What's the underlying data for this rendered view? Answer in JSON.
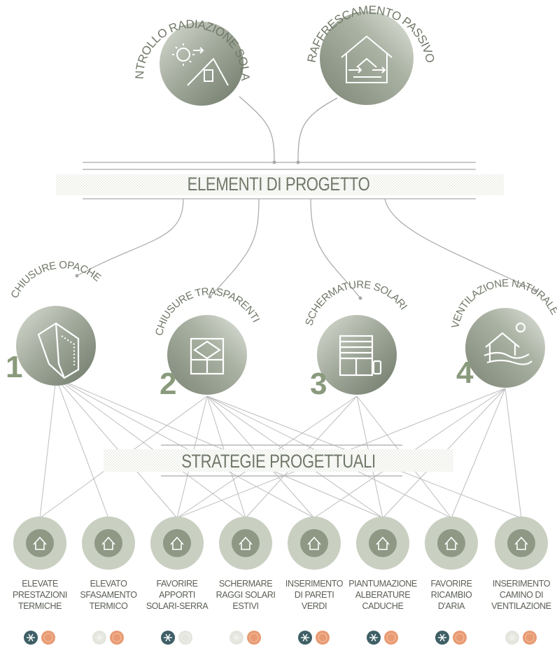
{
  "top_bubbles": [
    {
      "label": "CONTROLLO RADIAZIONE SOLARE",
      "icon": "sun-house-icon"
    },
    {
      "label": "RAFFRESCAMENTO PASSIVO",
      "icon": "passive-cooling-house-icon"
    }
  ],
  "banner_top": "ELEMENTI DI PROGETTO",
  "elements": [
    {
      "number": "1",
      "label": "CHIUSURE OPACHE",
      "icon": "opaque-wall-icon"
    },
    {
      "number": "2",
      "label": "CHIUSURE TRASPARENTI",
      "icon": "window-icon"
    },
    {
      "number": "3",
      "label": "SCHERMATURE SOLARI",
      "icon": "shutter-icon"
    },
    {
      "number": "4",
      "label": "VENTILAZIONE NATURALE",
      "icon": "ventilation-icon"
    }
  ],
  "banner_bottom": "STRATEGIE PROGETTUALI",
  "strategies": [
    {
      "lines": [
        "ELEVATE",
        "PRESTAZIONI",
        "TERMICHE"
      ],
      "icon": "house-insulation-icon",
      "winter": true,
      "summer": true
    },
    {
      "lines": [
        "ELEVATO",
        "SFASAMENTO",
        "TERMICO"
      ],
      "icon": "house-heat-waves-icon",
      "winter": false,
      "summer": true
    },
    {
      "lines": [
        "FAVORIRE",
        "APPORTI",
        "SOLARI-SERRA"
      ],
      "icon": "snowflake-window-icon",
      "winter": true,
      "summer": false
    },
    {
      "lines": [
        "SCHERMARE",
        "RAGGI SOLARI",
        "ESTIVI"
      ],
      "icon": "sun-shade-house-icon",
      "winter": false,
      "summer": true
    },
    {
      "lines": [
        "INSERIMENTO",
        "DI PARETI",
        "VERDI"
      ],
      "icon": "green-wall-icon",
      "winter": true,
      "summer": true
    },
    {
      "lines": [
        "PIANTUMAZIONE",
        "ALBERATURE",
        "CADUCHE"
      ],
      "icon": "deciduous-tree-icon",
      "winter": true,
      "summer": true
    },
    {
      "lines": [
        "FAVORIRE",
        "RICAMBIO",
        "D'ARIA"
      ],
      "icon": "air-exchange-icon",
      "winter": true,
      "summer": true
    },
    {
      "lines": [
        "INSERIMENTO",
        "CAMINO DI",
        "VENTILAZIONE"
      ],
      "icon": "ventilation-chimney-icon",
      "winter": false,
      "summer": true
    }
  ],
  "colors": {
    "line": "#a9a9a9",
    "olive_text": "#707868",
    "circle_bg": "#c9cfc1",
    "icon_circle": "#8e9885",
    "winter_active": "#3f5f66",
    "summer_active": "#e89b73",
    "inactive": "#e4e6de"
  }
}
